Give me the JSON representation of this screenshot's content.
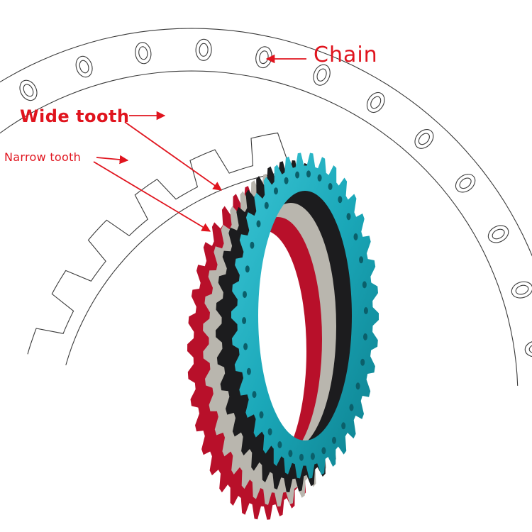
{
  "labels": {
    "chain": "Chain",
    "wide_tooth": "Wide tooth",
    "narrow_tooth": "Narrow tooth"
  },
  "colors": {
    "annotation": "#e0141e",
    "line_art": "#3a3a3a",
    "ring_teal": "#1aa7b8",
    "ring_black": "#1c1c1e",
    "ring_silver": "#b9b6ae",
    "ring_red": "#b8102a"
  }
}
